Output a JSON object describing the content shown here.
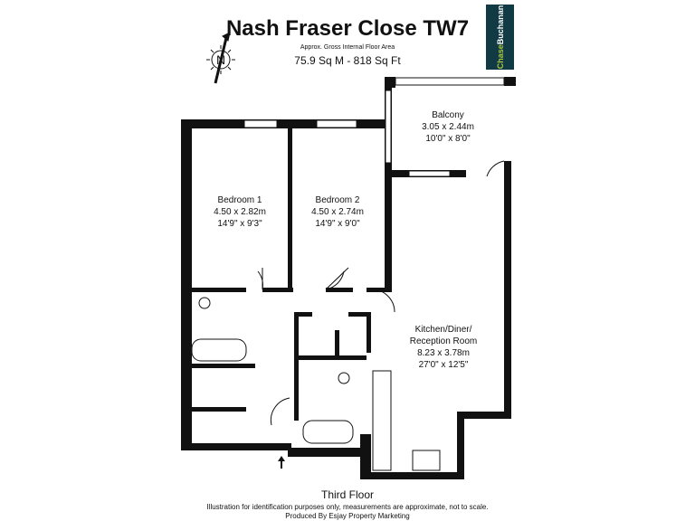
{
  "header": {
    "title": "Nash Fraser Close TW7",
    "subtitle": "Approx. Gross Internal Floor Area",
    "area": "75.9 Sq M - 818 Sq Ft"
  },
  "logo": {
    "part1": "Chase",
    "part2": "Buchanan"
  },
  "compass": {
    "label": "N",
    "icon": "north-arrow-icon"
  },
  "rooms": [
    {
      "name": "Balcony",
      "metric": "3.05 x 2.44m",
      "imperial": "10'0\" x 8'0\""
    },
    {
      "name": "Bedroom 1",
      "metric": "4.50 x 2.82m",
      "imperial": "14'9\" x 9'3\""
    },
    {
      "name": "Bedroom 2",
      "metric": "4.50 x 2.74m",
      "imperial": "14'9\" x 9'0\""
    },
    {
      "name": "Kitchen/Diner/",
      "name2": "Reception Room",
      "metric": "8.23 x 3.78m",
      "imperial": "27'0\" x 12'5\""
    }
  ],
  "footer": {
    "floor": "Third Floor",
    "disclaimer": "Illustration for identification purposes only, measurements are approximate, not to scale.",
    "producer": "Produced By Esjay Property Marketing"
  }
}
